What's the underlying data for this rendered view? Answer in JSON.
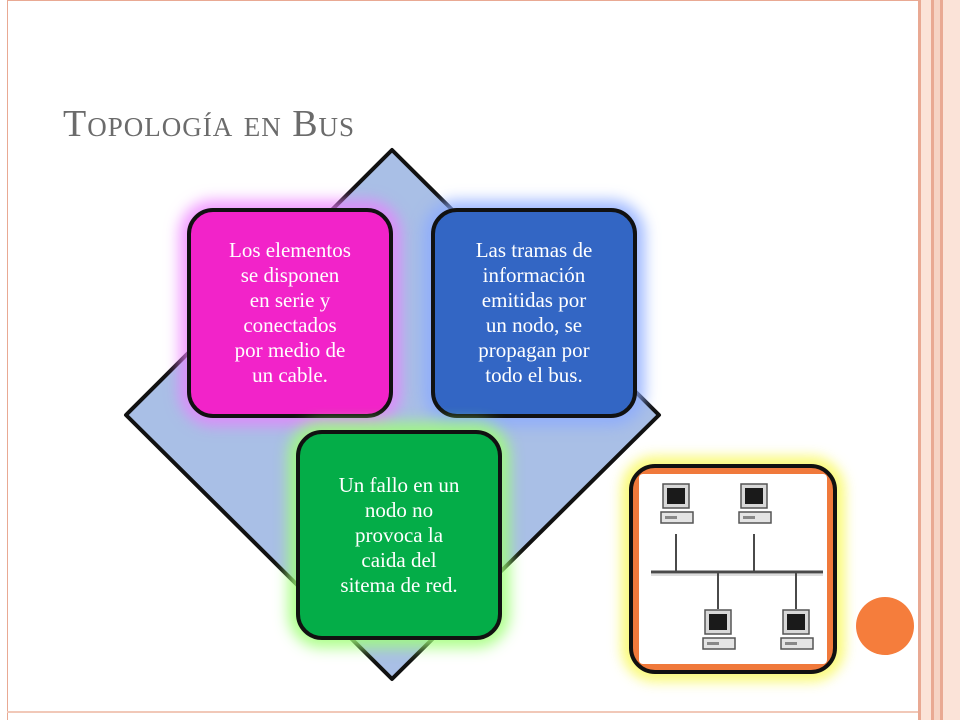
{
  "slide": {
    "title": "Topología en Bus",
    "boxes": {
      "magenta": [
        "Los elementos",
        "se disponen",
        "en serie y",
        "conectados",
        "por medio de",
        "un cable."
      ],
      "blue": [
        "Las tramas de",
        "información",
        "emitidas por",
        "un nodo, se",
        "propagan por",
        "todo el bus."
      ],
      "green": [
        "Un fallo en un",
        "nodo no",
        "provoca la",
        "caida del",
        "sitema de red."
      ]
    },
    "colors": {
      "magenta": "#f223c9",
      "blue": "#3366c4",
      "green": "#04ad48",
      "diamond": "#a9bfe6",
      "accent": "#f57d3c"
    },
    "picture": {
      "icon": "bus-network-icon"
    }
  }
}
